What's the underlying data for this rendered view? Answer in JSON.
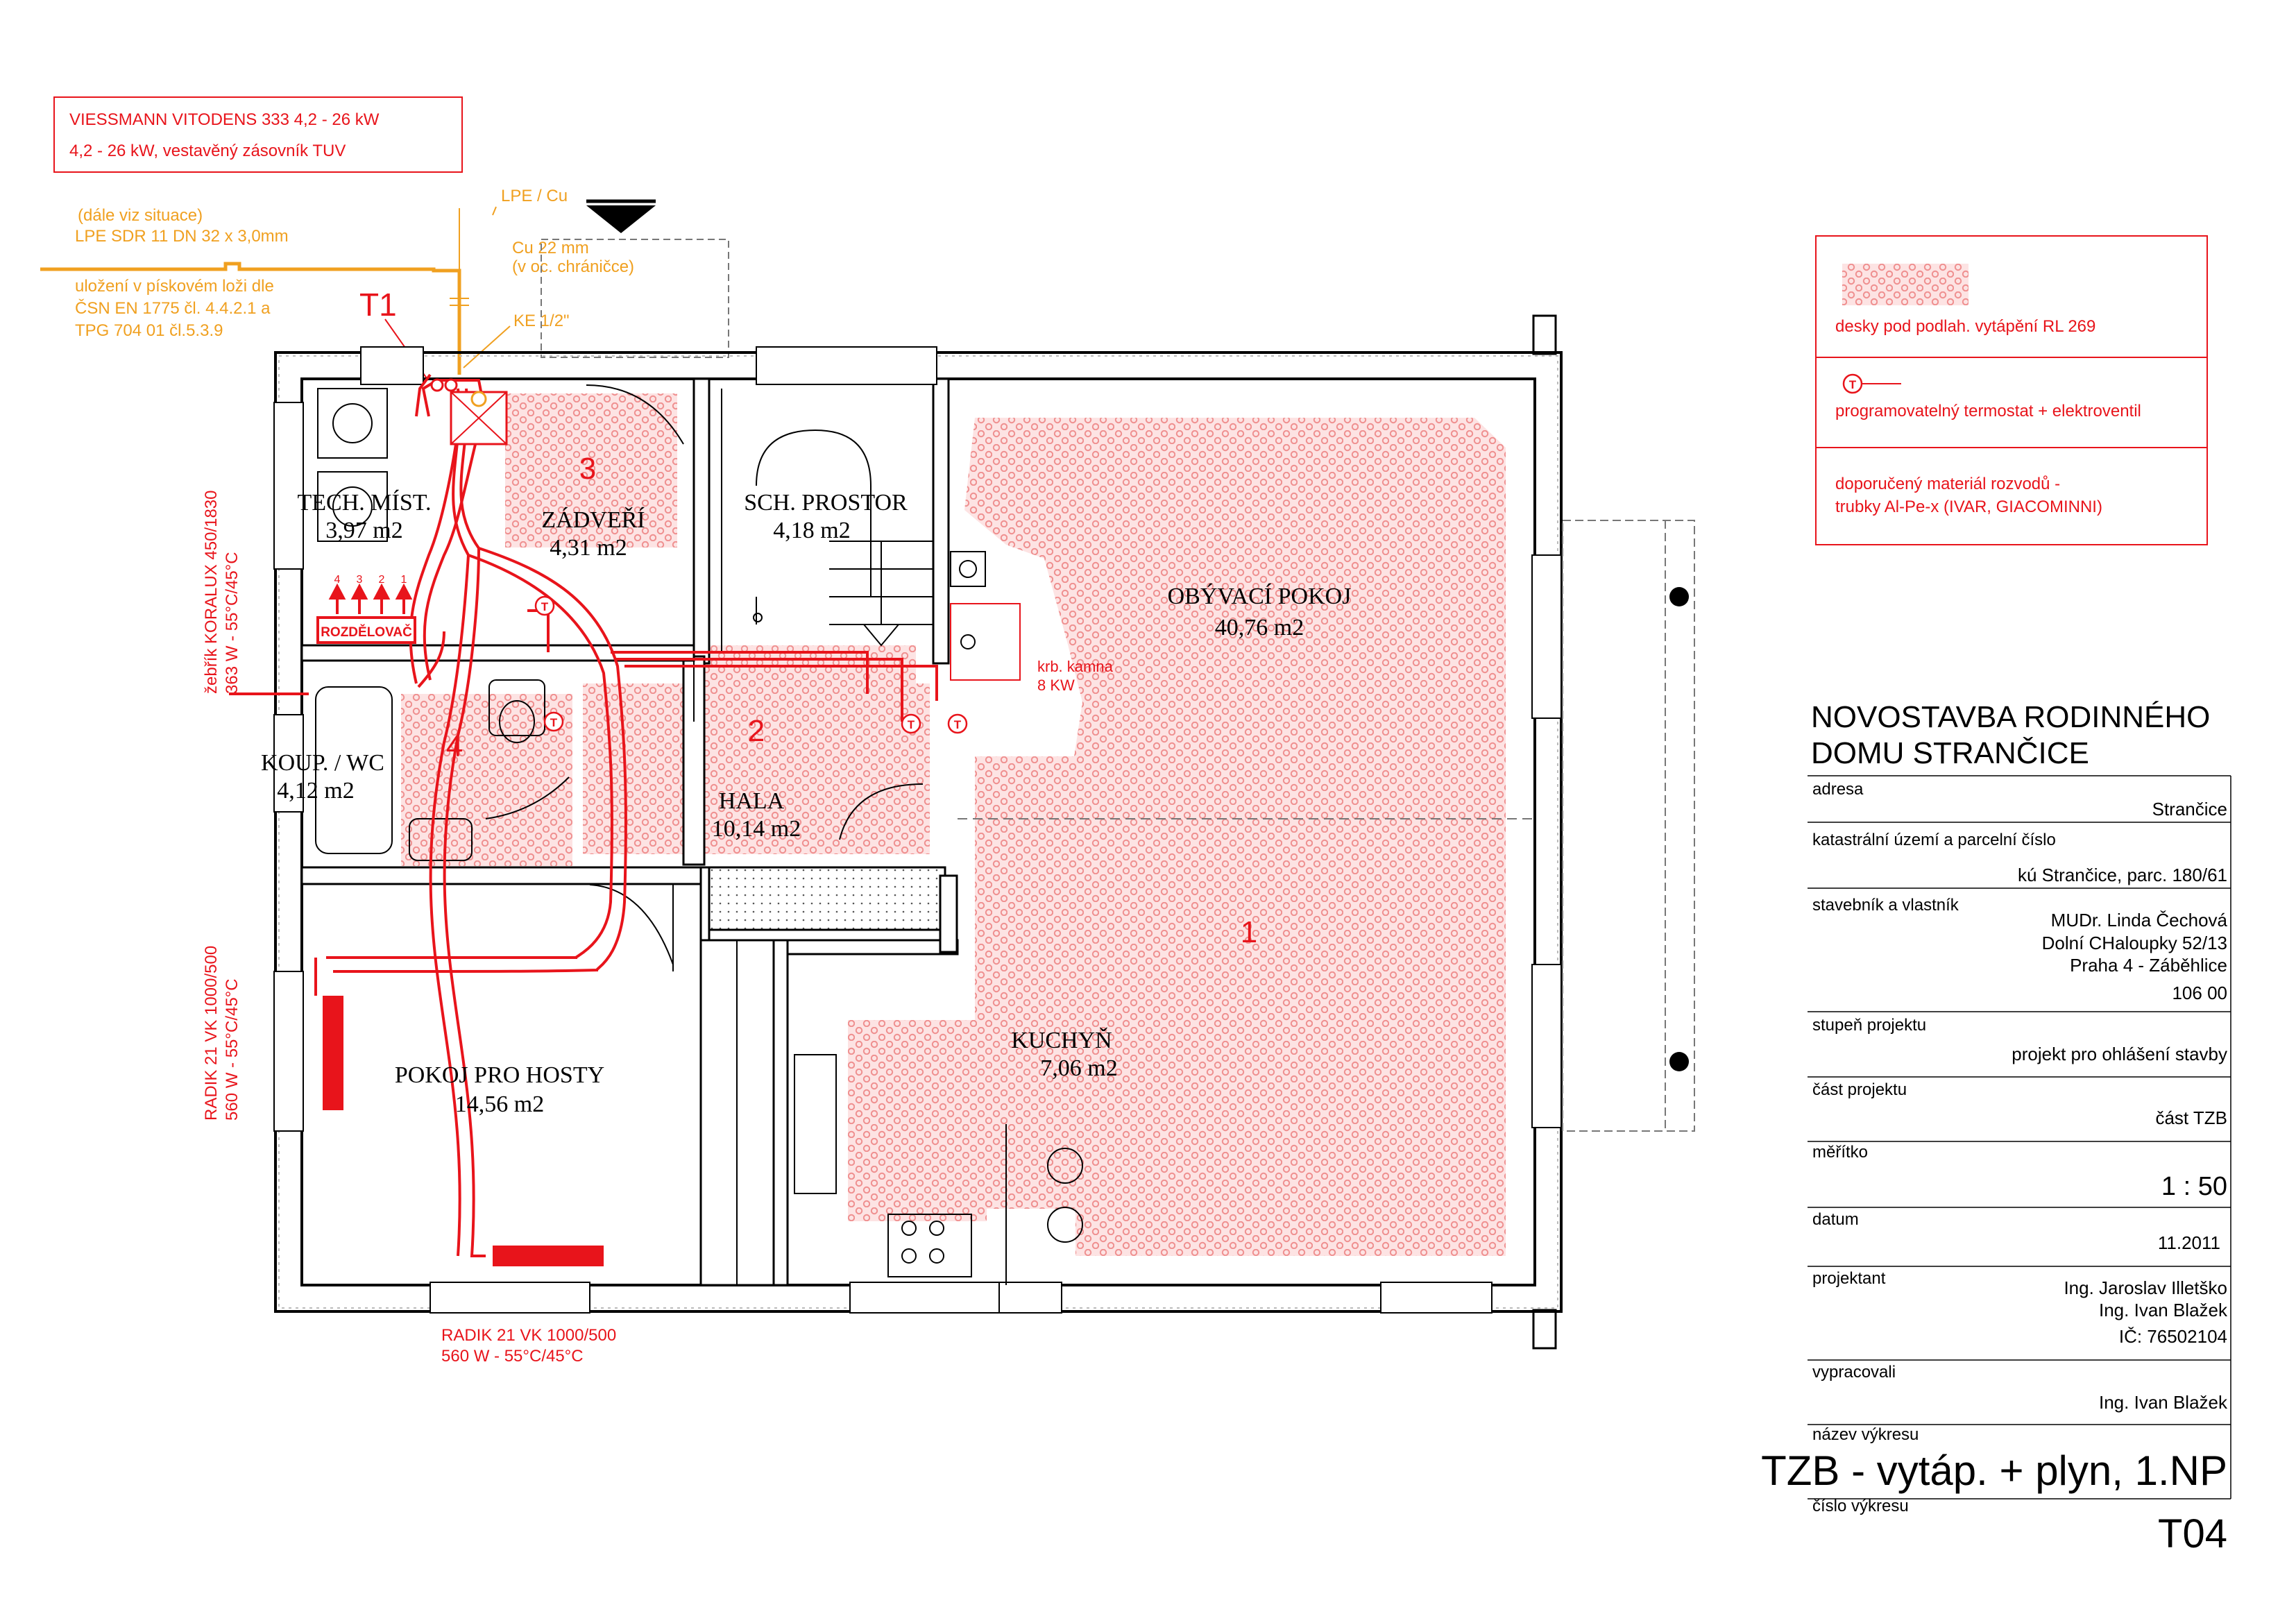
{
  "colors": {
    "red": "#e8141b",
    "orange": "#f0a020",
    "floor_heating_fill": "#f2a0a0",
    "line": "#000000"
  },
  "boiler": {
    "line1": "VIESSMANN VITODENS 333 4,2 - 26 kW",
    "line2": "4,2 - 26 kW, vestavěný zásovník TUV"
  },
  "gas_pipe": {
    "line1": "(dále viz situace)",
    "line2": "LPE SDR 11 DN 32 x 3,0mm",
    "line3": "uložení v pískovém loži dle",
    "line4": "ČSN EN 1775 čl. 4.4.2.1 a",
    "line5": "TPG 704 01 čl.5.3.9",
    "lpe_cu": "LPE / Cu",
    "cu_line1": "Cu 22 mm",
    "cu_line2": "(v oc. chráničce)",
    "ke": "KE 1/2\""
  },
  "marker_t1": "T1",
  "circuits": [
    "1",
    "2",
    "3",
    "4"
  ],
  "manifold": {
    "label": "ROZDĚLOVAČ",
    "outlets": [
      "4",
      "3",
      "2",
      "1"
    ]
  },
  "thermostat_symbol": "T",
  "fireplace": {
    "line1": "krb. kamna",
    "line2": "8 KW"
  },
  "radiators": {
    "towel": {
      "line1": "žebřík KORALUX 450/1830",
      "line2": "363 W - 55°C/45°C"
    },
    "west": {
      "line1": "RADIK 21 VK 1000/500",
      "line2": "560 W - 55°C/45°C"
    },
    "south": {
      "line1": "RADIK 21 VK 1000/500",
      "line2": "560 W - 55°C/45°C"
    }
  },
  "rooms": [
    {
      "id": "tech",
      "name": "TECH. MÍST.",
      "area": "3,97 m2"
    },
    {
      "id": "zadveri",
      "name": "ZÁDVEŘÍ",
      "area": "4,31 m2"
    },
    {
      "id": "sch",
      "name": "SCH. PROSTOR",
      "area": "4,18 m2"
    },
    {
      "id": "obyvaci",
      "name": "OBÝVACÍ POKOJ",
      "area": "40,76 m2"
    },
    {
      "id": "koup",
      "name": "KOUP. / WC",
      "area": "4,12 m2"
    },
    {
      "id": "hala",
      "name": "HALA",
      "area": "10,14 m2"
    },
    {
      "id": "kuchyn",
      "name": "KUCHYŇ",
      "area": "7,06 m2"
    },
    {
      "id": "hoste",
      "name": "POKOJ PRO HOSTY",
      "area": "14,56 m2"
    }
  ],
  "legend": {
    "item1": "desky pod podlah. vytápění RL 269",
    "item2": "programovatelný termostat + elektroventil",
    "item3_line1": "doporučený materiál rozvodů -",
    "item3_line2": "trubky Al-Pe-x (IVAR, GIACOMINNI)"
  },
  "title_block": {
    "project_line1": "NOVOSTAVBA RODINNÉHO",
    "project_line2": "DOMU STRANČICE",
    "adresa_label": "adresa",
    "adresa_value": "Strančice",
    "katastr_label": "katastrální území a parcelní číslo",
    "katastr_value": "kú Strančice, parc. 180/61",
    "stavebnik_label": "stavebník a vlastník",
    "stavebnik_value1": "MUDr. Linda Čechová",
    "stavebnik_value2": "Dolní CHaloupky 52/13",
    "stavebnik_value3": "Praha 4 - Záběhlice",
    "stavebnik_value4": "106 00",
    "stupen_label": "stupeň projektu",
    "stupen_value": "projekt pro ohlášení stavby",
    "cast_label": "část projektu",
    "cast_value": "část TZB",
    "meritko_label": "měřítko",
    "meritko_value": "1 : 50",
    "datum_label": "datum",
    "datum_value": "11.2011",
    "projektant_label": "projektant",
    "projektant_value1": "Ing. Jaroslav Illetško",
    "projektant_value2": "Ing. Ivan Blažek",
    "projektant_value3": "IČ: 76502104",
    "vypracovali_label": "vypracovali",
    "vypracovali_value": "Ing. Ivan Blažek",
    "nazev_label": "název výkresu",
    "nazev_value": "TZB - vytáp. + plyn, 1.NP",
    "cislo_label": "číslo výkresu",
    "cislo_value": "T04"
  }
}
